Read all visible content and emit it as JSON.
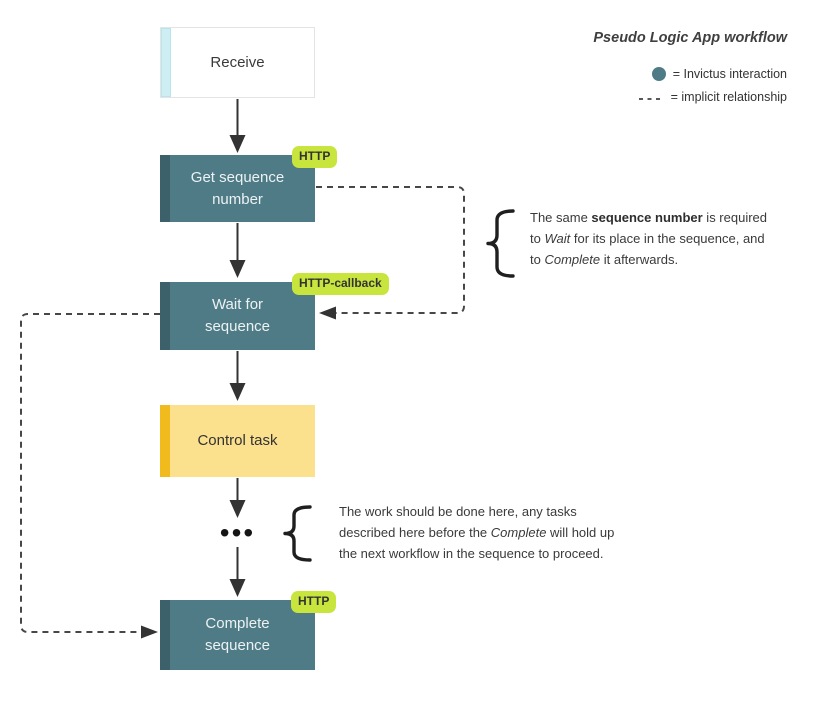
{
  "legend": {
    "title": "Pseudo Logic App workflow",
    "items": [
      {
        "icon": "invictus-dot-icon",
        "label": "= Invictus interaction"
      },
      {
        "icon": "dashed-line-icon",
        "label": "= implicit relationship"
      }
    ]
  },
  "nodes": [
    {
      "id": "receive",
      "label": "Receive"
    },
    {
      "id": "get-sequence-number",
      "label": "Get sequence number",
      "badge": "HTTP"
    },
    {
      "id": "wait-for-sequence",
      "label": "Wait for sequence",
      "badge": "HTTP-callback"
    },
    {
      "id": "control-task",
      "label": "Control task"
    },
    {
      "id": "more-tasks",
      "label": "•••"
    },
    {
      "id": "complete-sequence",
      "label": "Complete sequence",
      "badge": "HTTP"
    }
  ],
  "annotations": [
    {
      "name": "sequence-number-note",
      "lines": [
        {
          "parts": [
            {
              "t": "The same "
            },
            {
              "t": "sequence number",
              "b": true
            },
            {
              "t": " is required"
            }
          ]
        },
        {
          "parts": [
            {
              "t": "to "
            },
            {
              "t": "Wait",
              "i": true
            },
            {
              "t": " for its place in the sequence, and"
            }
          ]
        },
        {
          "parts": [
            {
              "t": "to "
            },
            {
              "t": "Complete",
              "i": true
            },
            {
              "t": " it afterwards."
            }
          ]
        }
      ]
    },
    {
      "name": "work-note",
      "lines": [
        {
          "parts": [
            {
              "t": "The work should be done here, any tasks"
            }
          ]
        },
        {
          "parts": [
            {
              "t": "described here before the "
            },
            {
              "t": "Complete",
              "i": true
            },
            {
              "t": " will hold up"
            }
          ]
        },
        {
          "parts": [
            {
              "t": "the next workflow in the sequence to proceed."
            }
          ]
        }
      ]
    }
  ],
  "colors": {
    "invictus_teal": "#4e7b85",
    "teal_accent": "#3d616a",
    "trigger_accent": "#cdeef3",
    "control_fill": "#fbe18e",
    "control_accent": "#f2bb1d",
    "badge_green": "#c8e53d",
    "connector_dark": "#333333"
  }
}
